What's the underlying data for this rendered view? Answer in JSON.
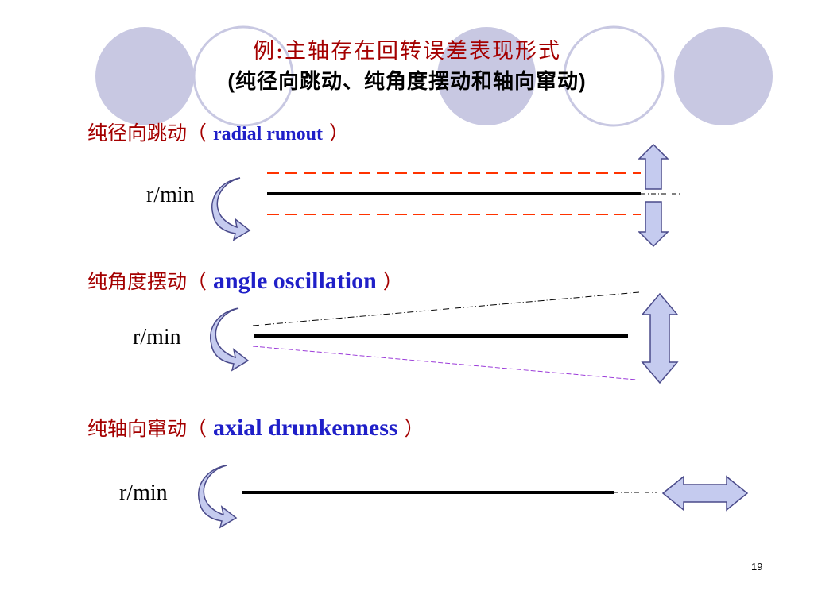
{
  "slide": {
    "title_line1": "例:主轴存在回转误差表现形式",
    "title_line2_open": "(",
    "title_line2_text": "纯径向跳动、纯角度摆动和轴向窜动",
    "title_line2_close": ")",
    "page_number": "19"
  },
  "sections": [
    {
      "cn": "纯径向跳动（",
      "en": "radial runout",
      "close": "）",
      "speed_label": "r/min"
    },
    {
      "cn": "纯角度摆动（",
      "en": "angle oscillation",
      "close": "）",
      "speed_label": "r/min"
    },
    {
      "cn": "纯轴向窜动（",
      "en": "axial  drunkenness",
      "close": "）",
      "speed_label": "r/min"
    }
  ],
  "colors": {
    "title": "#a40000",
    "english": "#1f1fc8",
    "decor_circle": "#c8c8e2",
    "arrow_fill": "#c5cbef",
    "arrow_stroke": "#4a4a8a",
    "runout_dash": "#ff3300",
    "oscillation_dash": "#9b3bd9"
  },
  "icons": [
    "rotation-arrow-icon",
    "double-arrow-vertical-icon",
    "double-arrow-horizontal-icon"
  ]
}
